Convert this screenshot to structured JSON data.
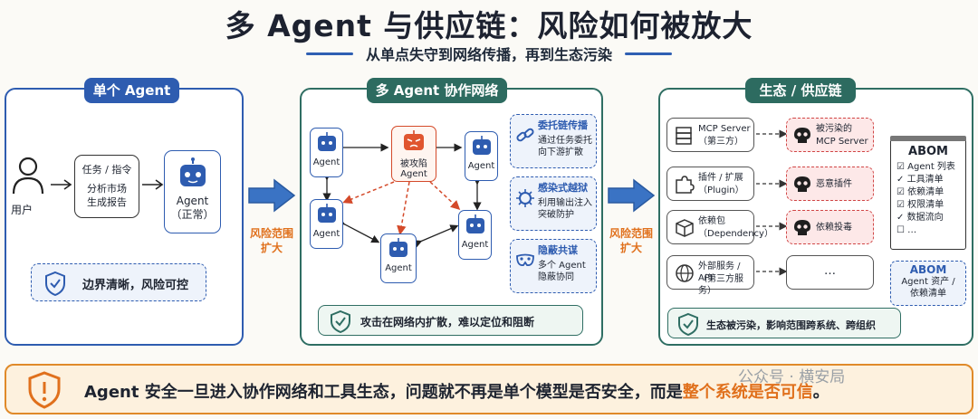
{
  "header": {
    "title": "多 Agent 与供应链：风险如何被放大",
    "subtitle": "从单点失守到网络传播，再到生态污染"
  },
  "panel1": {
    "tag": "单个 Agent",
    "user_label": "用户",
    "task_line1": "任务 / 指令",
    "task_line2": "分析市场",
    "task_line3": "生成报告",
    "agent_line1": "Agent",
    "agent_line2": "（正常）",
    "note": "边界清晰，风险可控"
  },
  "arrow1": {
    "line1": "风险范围",
    "line2": "扩大"
  },
  "panel2": {
    "tag": "多 Agent 协作网络",
    "agent_label": "Agent",
    "attacked_line1": "被攻陷",
    "attacked_line2": "Agent",
    "cards": [
      {
        "title": "委托链传播",
        "line1": "通过任务委托",
        "line2": "向下游扩散",
        "icon": "link-icon"
      },
      {
        "title": "感染式越狱",
        "line1": "利用输出注入",
        "line2": "突破防护",
        "icon": "virus-icon"
      },
      {
        "title": "隐蔽共谋",
        "line1": "多个 Agent",
        "line2": "隐蔽协同",
        "icon": "mask-icon"
      }
    ],
    "note": "攻击在网络内扩散，难以定位和阻断"
  },
  "arrow2": {
    "line1": "风险范围",
    "line2": "扩大"
  },
  "panel3": {
    "tag": "生态 / 供应链",
    "rows": [
      {
        "line1": "MCP Server",
        "line2": "（第三方）",
        "icon": "server-icon",
        "risk1": "被污染的",
        "risk2": "MCP Server"
      },
      {
        "line1": "插件 / 扩展",
        "line2": "（Plugin）",
        "icon": "puzzle-icon",
        "risk1": "恶意插件",
        "risk2": ""
      },
      {
        "line1": "依赖包",
        "line2": "（Dependency）",
        "icon": "package-icon",
        "risk1": "依赖投毒",
        "risk2": ""
      },
      {
        "line1": "外部服务 / API",
        "line2": "（第三方服务）",
        "icon": "globe-icon",
        "risk1": "…",
        "risk2": ""
      }
    ],
    "abom": {
      "title": "ABOM",
      "items": [
        "Agent 列表",
        "工具清单",
        "依赖清单",
        "权限清单",
        "数据流向",
        "…"
      ],
      "tag_title": "ABOM",
      "tag_line1": "Agent 资产 /",
      "tag_line2": "依赖清单"
    },
    "note": "生态被污染，影响范围跨系统、跨组织"
  },
  "bottom": {
    "text_before": "Agent 安全一旦进入协作网络和工具生态，问题就不再是单个模型是否安全，而是",
    "highlight": "整个系统是否可信",
    "text_after": "。",
    "watermark": "公众号 · 横安局"
  },
  "colors": {
    "blue": "#2e5cb0",
    "green": "#2d6b60",
    "red": "#d44a2a",
    "orange": "#e0701c"
  }
}
